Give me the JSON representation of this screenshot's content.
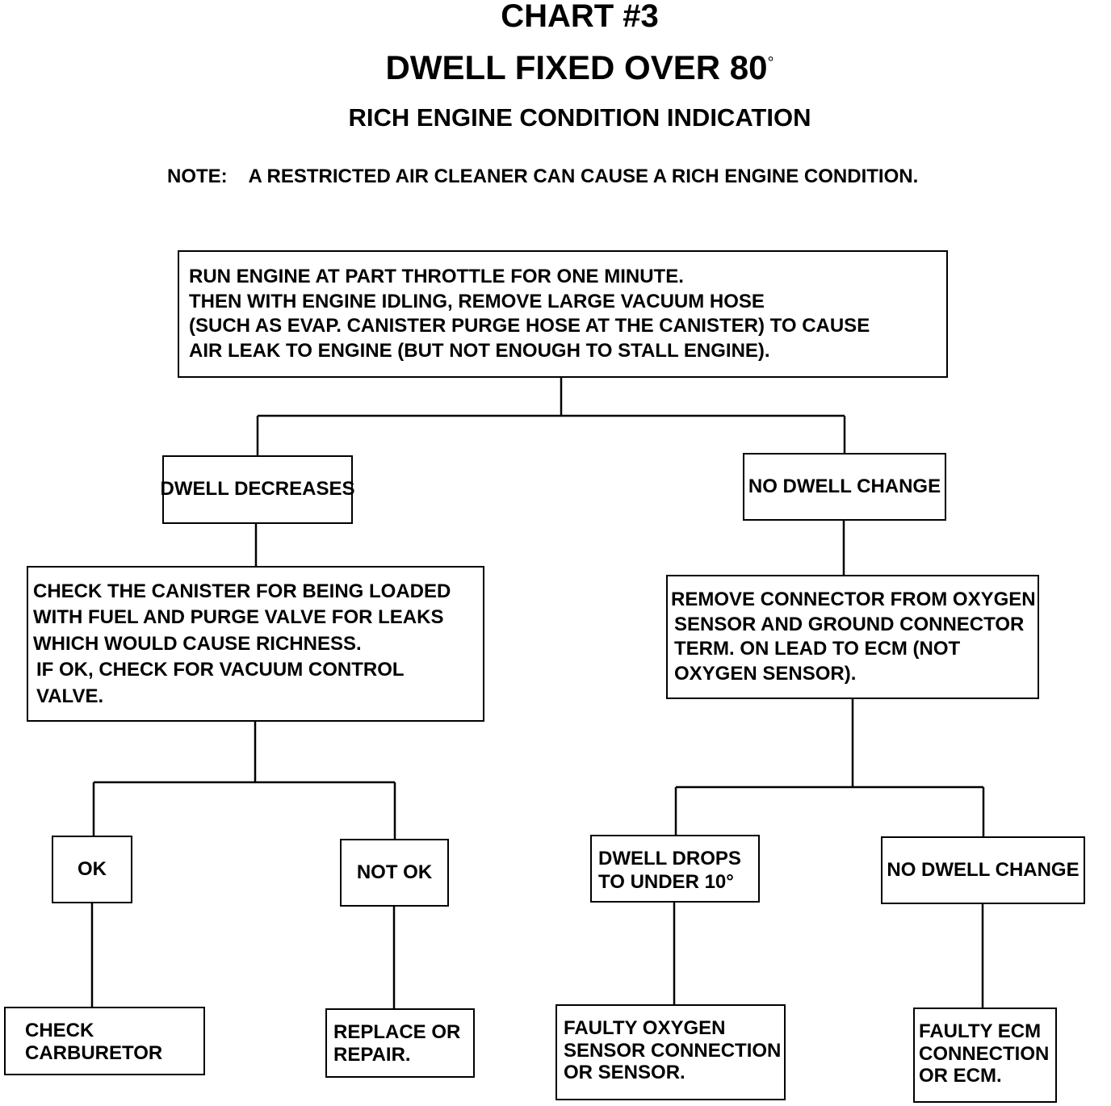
{
  "chart": {
    "title": "CHART #3",
    "subtitle": "DWELL FIXED  OVER 80",
    "subtitle_degree": "°",
    "heading": "RICH ENGINE CONDITION INDICATION",
    "note": "NOTE:    A RESTRICTED AIR CLEANER CAN CAUSE A RICH ENGINE CONDITION."
  },
  "nodes": {
    "start": [
      "RUN ENGINE AT PART THROTTLE FOR ONE MINUTE.",
      "THEN WITH ENGINE IDLING, REMOVE LARGE VACUUM HOSE",
      "(SUCH AS EVAP. CANISTER PURGE HOSE AT THE CANISTER) TO CAUSE",
      "AIR LEAK TO ENGINE (BUT NOT ENOUGH TO STALL ENGINE)."
    ],
    "dwell_decreases": [
      "DWELL DECREASES"
    ],
    "no_dwell_change_1": [
      "NO DWELL CHANGE"
    ],
    "check_canister": [
      "CHECK THE CANISTER FOR BEING LOADED",
      "WITH FUEL AND PURGE VALVE FOR LEAKS",
      "WHICH WOULD CAUSE RICHNESS.",
      "IF OK, CHECK FOR VACUUM  CONTROL",
      "VALVE."
    ],
    "remove_connector": [
      "REMOVE CONNECTOR FROM OXYGEN",
      "SENSOR AND GROUND CONNECTOR",
      "TERM. ON LEAD TO ECM (NOT",
      "OXYGEN SENSOR)."
    ],
    "ok": [
      "OK"
    ],
    "not_ok": [
      "NOT OK"
    ],
    "dwell_drops": [
      "DWELL DROPS",
      "TO UNDER 10°"
    ],
    "no_dwell_change_2": [
      "NO DWELL CHANGE"
    ],
    "check_carburetor": [
      "CHECK",
      "CARBURETOR"
    ],
    "replace_repair": [
      "REPLACE OR",
      "REPAIR."
    ],
    "faulty_oxygen": [
      "FAULTY OXYGEN",
      "SENSOR CONNECTION",
      "OR SENSOR."
    ],
    "faulty_ecm": [
      "FAULTY ECM",
      "CONNECTION",
      "OR ECM."
    ]
  }
}
